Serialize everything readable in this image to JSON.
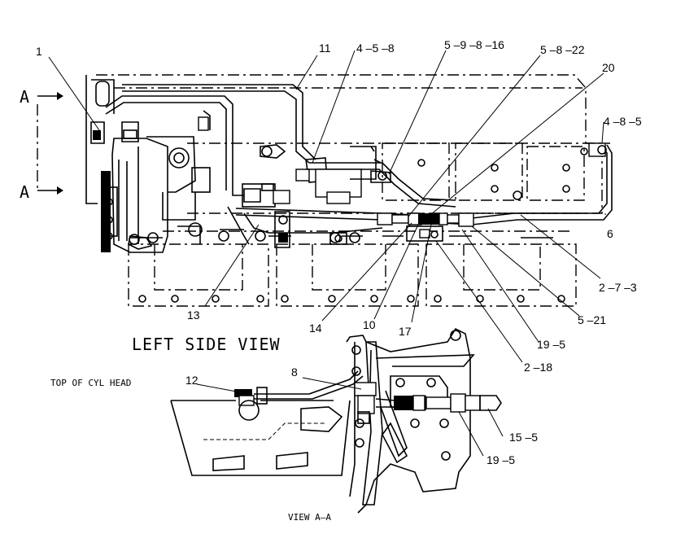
{
  "labels": {
    "c1": "1",
    "c11": "11",
    "c4_5_8": "4 –5 –8",
    "c5_9_8_16": "5 –9 –8 –16",
    "c5_8_22": "5 –8 –22",
    "c20": "20",
    "c4_8_5": "4 –8 –5",
    "c6": "6",
    "c2_7_3": "2 –7 –3",
    "c5_21": "5 –21",
    "c19_5a": "19 –5",
    "c2_18": "2 –18",
    "c17": "17",
    "c10": "10",
    "c14": "14",
    "c13": "13",
    "c12": "12",
    "c8": "8",
    "c15_5": "15 –5",
    "c19_5b": "19 –5"
  },
  "section_marks": {
    "top": "A",
    "bottom": "A"
  },
  "captions": {
    "left_side_view": "LEFT SIDE VIEW",
    "top_of_cyl_head": "TOP OF CYL HEAD",
    "view_a_a": "VIEW A–A"
  }
}
